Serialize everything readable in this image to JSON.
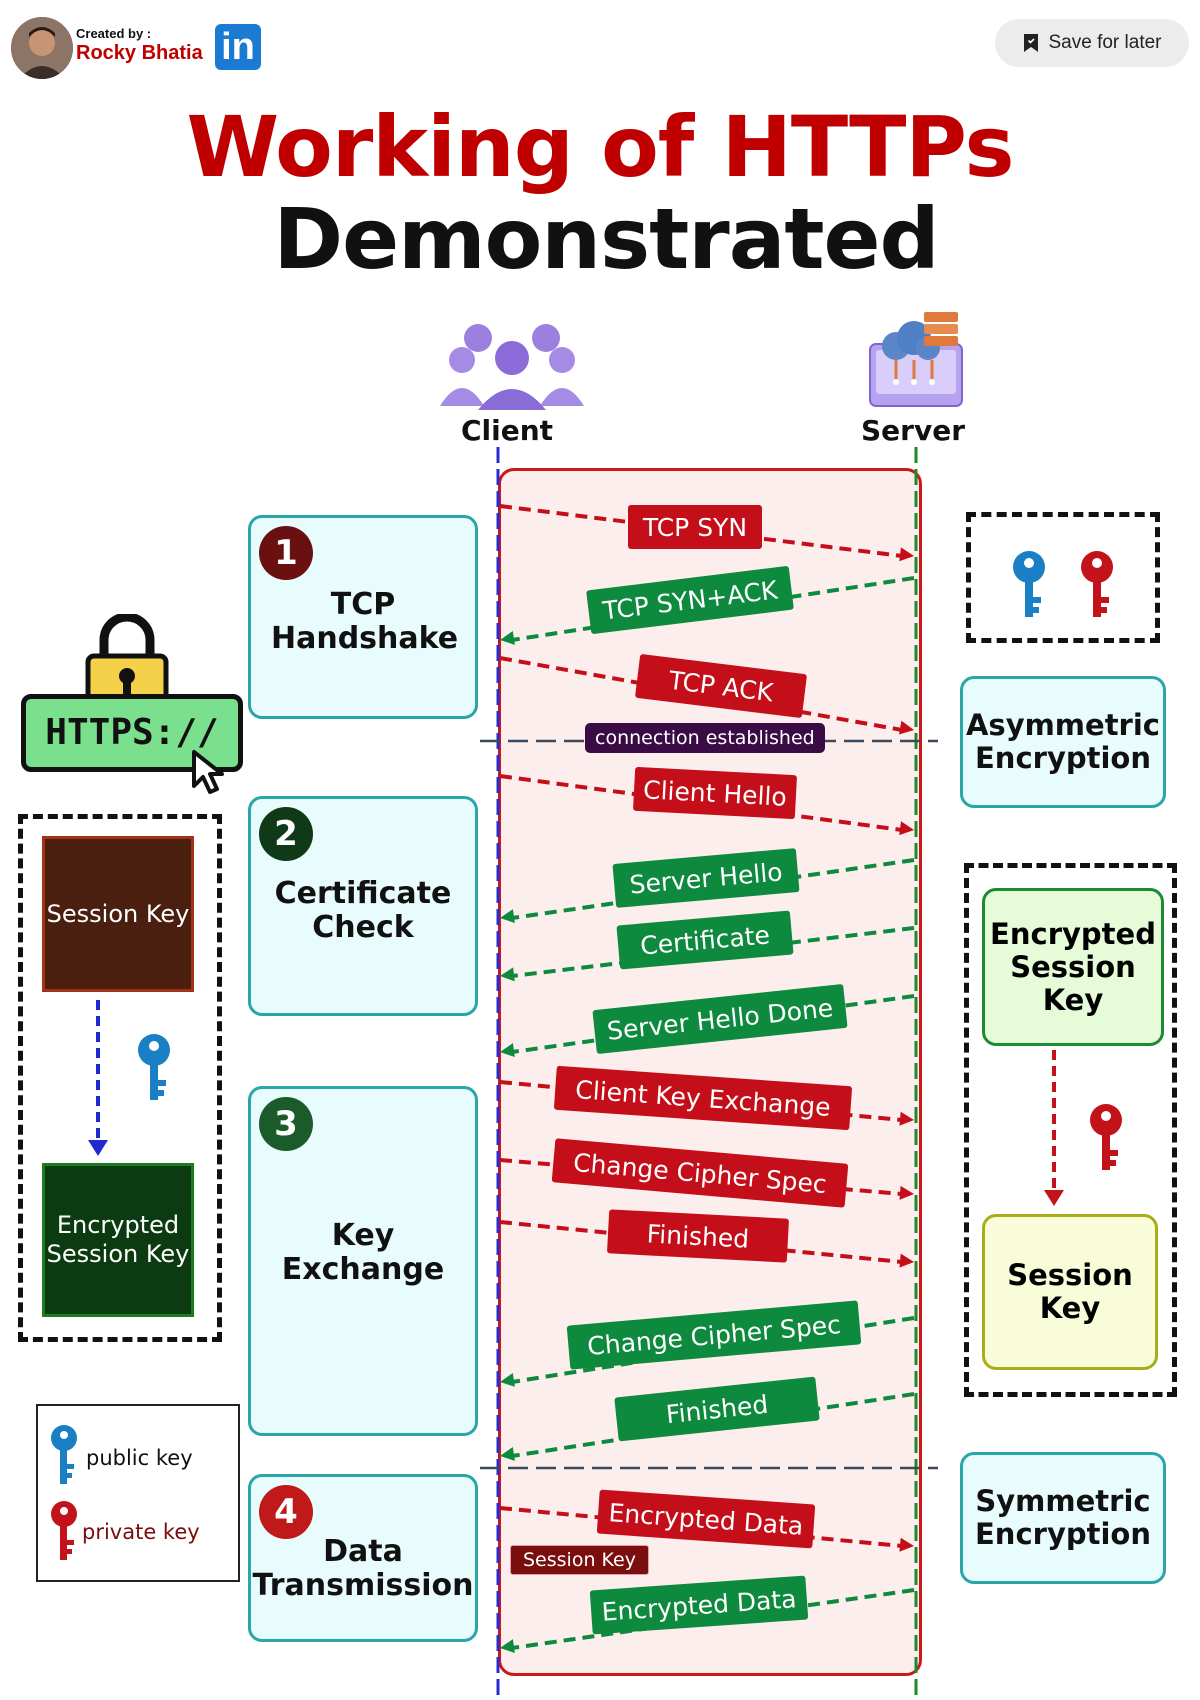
{
  "header": {
    "created_by_label": "Created by :",
    "author": "Rocky Bhatia",
    "linkedin_badge": "in",
    "save_label": "Save for later"
  },
  "title": {
    "line1": "Working of HTTPs",
    "line2": "Demonstrated"
  },
  "actors": {
    "client": "Client",
    "server": "Server"
  },
  "steps": [
    {
      "num": "1",
      "label": "TCP Handshake",
      "color": "#6a1010"
    },
    {
      "num": "2",
      "label": "Certificate Check",
      "color": "#103a17"
    },
    {
      "num": "3",
      "label": "Key Exchange",
      "color": "#1b5a2a"
    },
    {
      "num": "4",
      "label": "Data Transmission",
      "color": "#c01919"
    }
  ],
  "messages": [
    {
      "label": "TCP SYN",
      "direction": "client-to-server",
      "color": "red"
    },
    {
      "label": "TCP SYN+ACK",
      "direction": "server-to-client",
      "color": "green"
    },
    {
      "label": "TCP ACK",
      "direction": "client-to-server",
      "color": "red"
    },
    {
      "label": "Client Hello",
      "direction": "client-to-server",
      "color": "red"
    },
    {
      "label": "Server Hello",
      "direction": "server-to-client",
      "color": "green"
    },
    {
      "label": "Certificate",
      "direction": "server-to-client",
      "color": "green"
    },
    {
      "label": "Server Hello Done",
      "direction": "server-to-client",
      "color": "green"
    },
    {
      "label": "Client Key Exchange",
      "direction": "client-to-server",
      "color": "red"
    },
    {
      "label": "Change Cipher Spec",
      "direction": "client-to-server",
      "color": "red"
    },
    {
      "label": "Finished",
      "direction": "client-to-server",
      "color": "red"
    },
    {
      "label": "Change Cipher Spec",
      "direction": "server-to-client",
      "color": "green"
    },
    {
      "label": "Finished",
      "direction": "server-to-client",
      "color": "green"
    },
    {
      "label": "Encrypted Data",
      "direction": "client-to-server",
      "color": "red"
    },
    {
      "label": "Encrypted Data",
      "direction": "server-to-client",
      "color": "green"
    }
  ],
  "connection_label": "connection established",
  "session_key_tag": "Session Key",
  "right_panel": {
    "asymmetric": "Asymmetric Encryption",
    "encrypted_session_key": "Encrypted Session Key",
    "session_key": "Session Key",
    "symmetric": "Symmetric Encryption"
  },
  "left_panel": {
    "https_badge": "HTTPS://",
    "session_key": "Session Key",
    "encrypted_session_key": "Encrypted Session Key"
  },
  "legend": {
    "public_key": "public key",
    "private_key": "private key"
  },
  "colors": {
    "title_red": "#c00000",
    "message_red": "#c40f1a",
    "message_green": "#0e8a3e",
    "public_key": "#1a7fc4",
    "private_key": "#c4121a",
    "client_lifeline": "#2a2ad0",
    "server_lifeline": "#1a8a2a"
  }
}
